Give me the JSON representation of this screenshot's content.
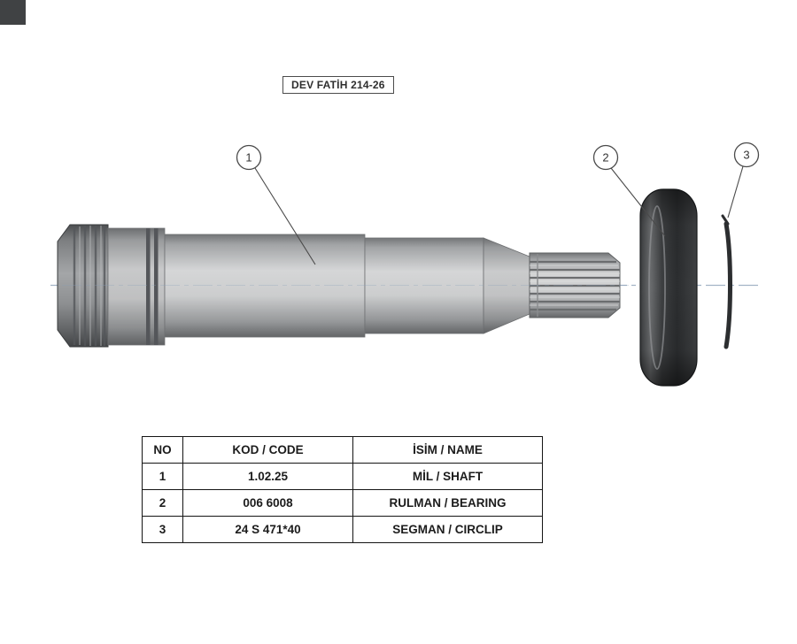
{
  "title_box": {
    "label": "DEV FATİH 214-26"
  },
  "balloons": [
    {
      "number": "1",
      "refers_to": "MİL / SHAFT"
    },
    {
      "number": "2",
      "refers_to": "RULMAN / BEARING"
    },
    {
      "number": "3",
      "refers_to": "SEGMAN / CIRCLIP"
    }
  ],
  "table": {
    "headers": {
      "no": "NO",
      "code": "KOD / CODE",
      "name": "İSİM / NAME"
    },
    "rows": [
      {
        "no": "1",
        "code": "1.02.25",
        "name": "MİL / SHAFT"
      },
      {
        "no": "2",
        "code": "006 6008",
        "name": "RULMAN / BEARING"
      },
      {
        "no": "3",
        "code": "24 S 471*40",
        "name": "SEGMAN / CIRCLIP"
      }
    ]
  },
  "drawing": {
    "type": "exploded-assembly-view",
    "parts": [
      "shaft",
      "bearing",
      "circlip"
    ],
    "colors": {
      "shaft_highlight": "#d5d6d7",
      "shaft_shadow": "#646668",
      "collar_dark": "#4c4e50",
      "bearing_dark": "#2b2d2f",
      "centerline": "#a3b4c6",
      "outline": "#4a4a4a"
    }
  }
}
